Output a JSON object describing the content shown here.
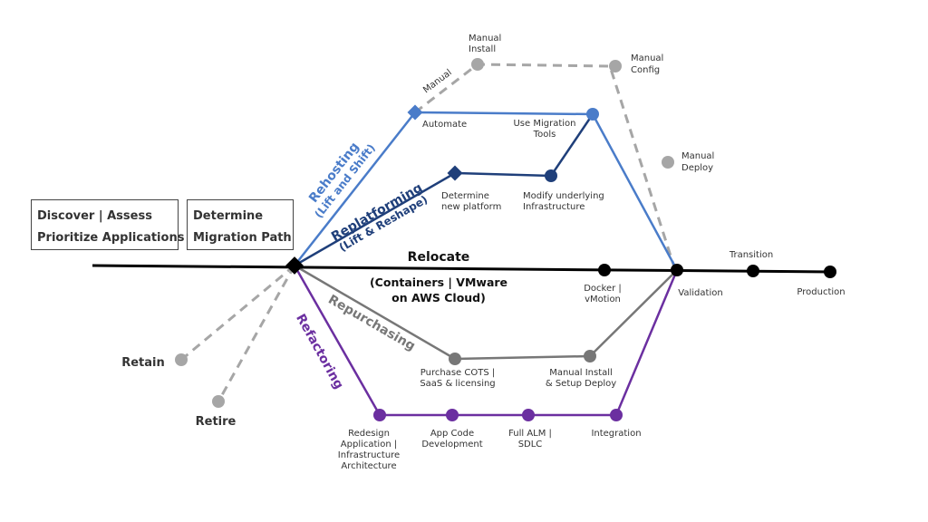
{
  "boxes": {
    "discover": [
      "Discover | Assess",
      "Prioritize Applications"
    ],
    "determine": [
      "Determine",
      "Migration Path"
    ]
  },
  "paths": {
    "rehosting": {
      "title": "Rehosting",
      "sub": "(Lift and Shift)"
    },
    "replatforming": {
      "title": "Replatforming",
      "sub": "(Lift & Reshape)"
    },
    "repurchasing": {
      "title": "Repurchasing"
    },
    "refactoring": {
      "title": "Refactoring"
    },
    "relocate": {
      "title": "Relocate",
      "sub1": "(Containers | VMware",
      "sub2": "on AWS Cloud)"
    }
  },
  "nodes": {
    "manual": "Manual",
    "manual_install": [
      "Manual",
      "Install"
    ],
    "manual_config": [
      "Manual",
      "Config"
    ],
    "manual_deploy": [
      "Manual",
      "Deploy"
    ],
    "automate": "Automate",
    "use_migration_tools": [
      "Use Migration",
      "Tools"
    ],
    "determine_new_platform": [
      "Determine",
      "new platform"
    ],
    "modify_infrastructure": [
      "Modify underlying",
      "Infrastructure"
    ],
    "docker_vmotion": [
      "Docker |",
      "vMotion"
    ],
    "validation": "Validation",
    "transition": "Transition",
    "production": "Production",
    "purchase_cots": [
      "Purchase COTS |",
      "SaaS & licensing"
    ],
    "manual_install_setup": [
      "Manual Install",
      "& Setup Deploy"
    ],
    "redesign": [
      "Redesign",
      "Application |",
      "Infrastructure",
      "Architecture"
    ],
    "app_code": [
      "App Code",
      "Development"
    ],
    "full_alm": [
      "Full ALM |",
      "SDLC"
    ],
    "integration": "Integration",
    "retain": "Retain",
    "retire": "Retire"
  },
  "colors": {
    "rehost": "#4a7cc9",
    "replatform": "#1f3f7a",
    "repurchase": "#777777",
    "refactor": "#6b2fa0",
    "manual": "#a6a6a6",
    "main": "#000000"
  }
}
